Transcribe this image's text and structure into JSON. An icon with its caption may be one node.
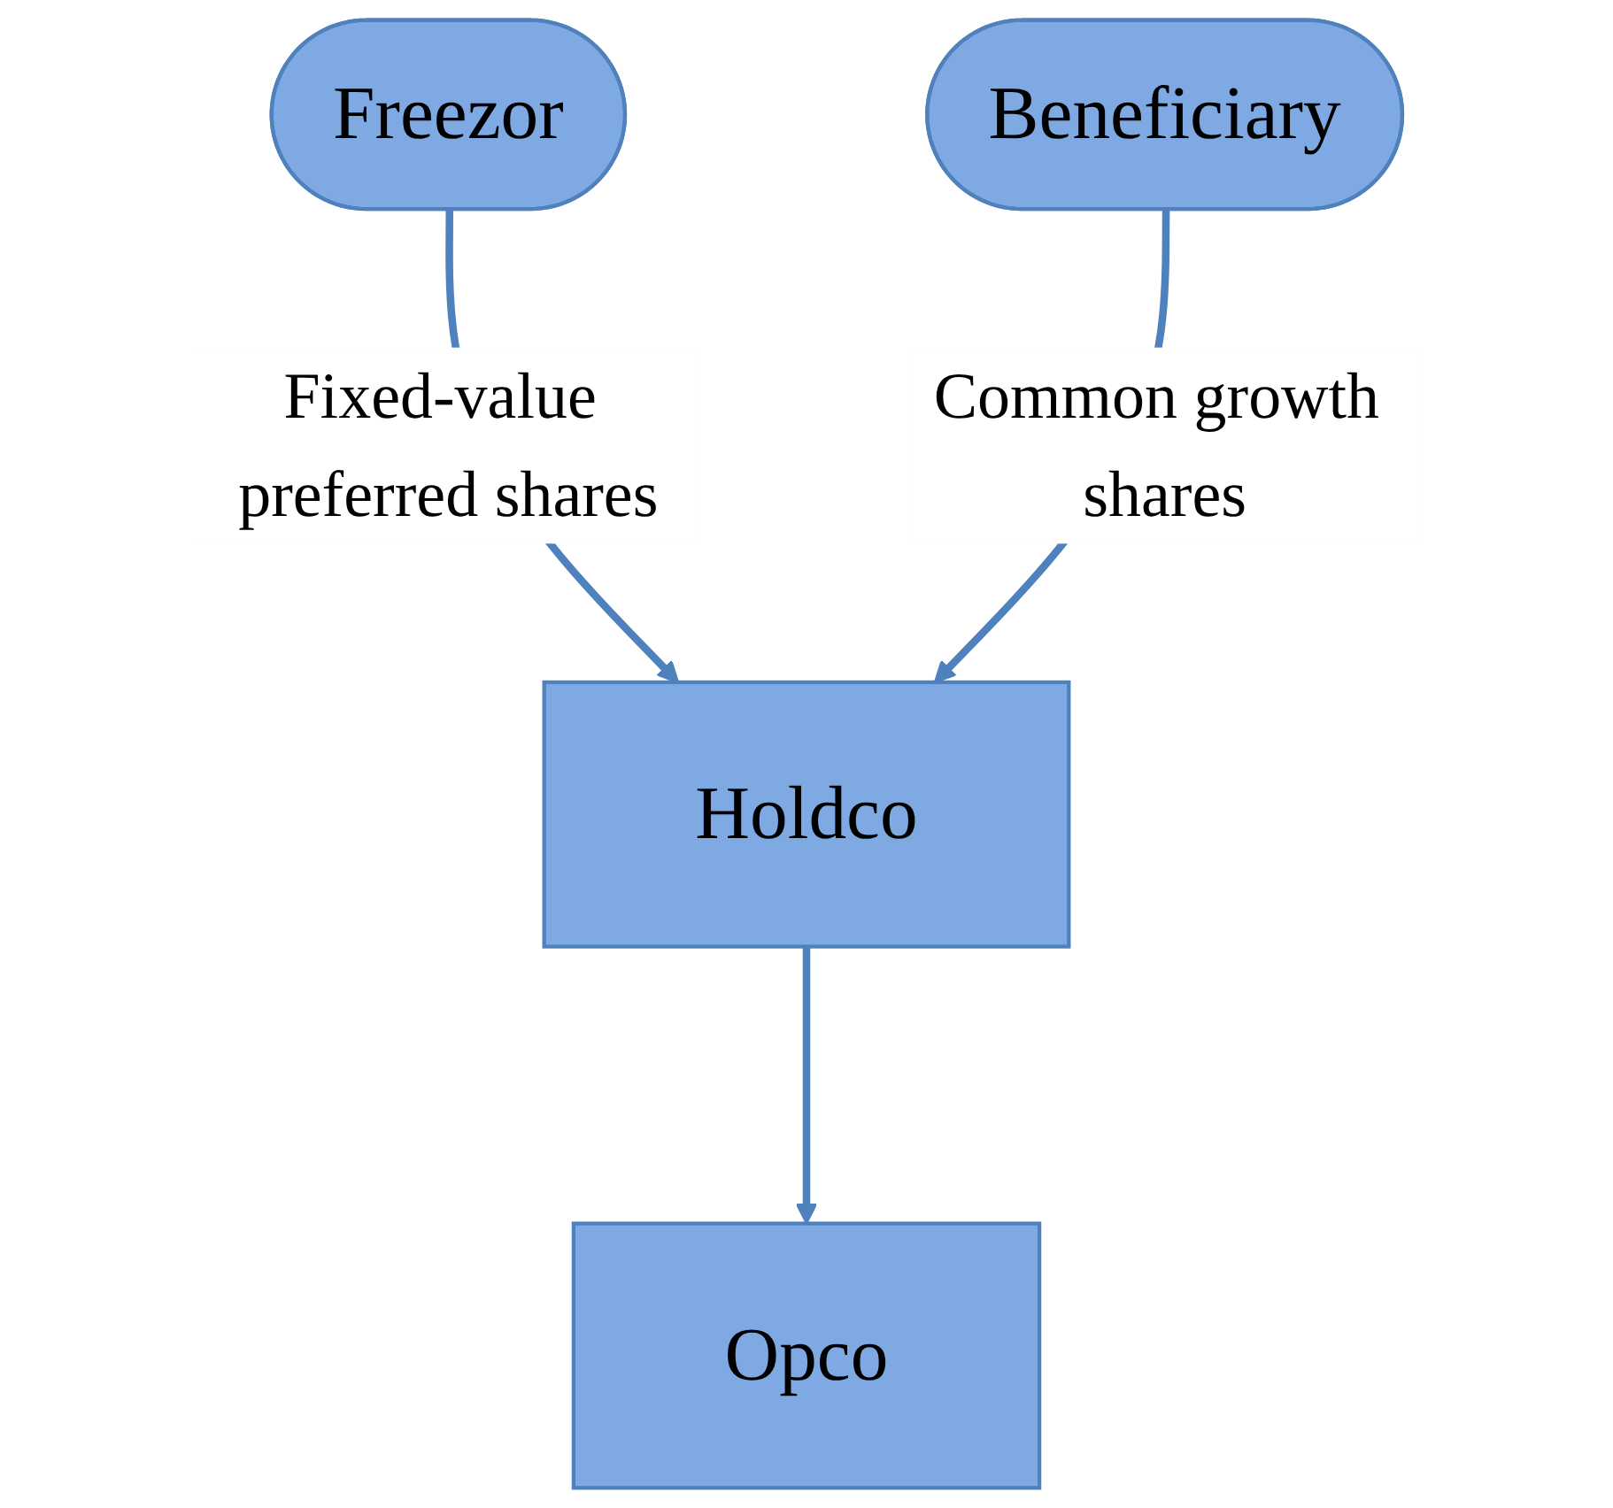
{
  "diagram": {
    "nodes": [
      {
        "text": [
          "Freezor"
        ]
      },
      {
        "text": [
          "Beneficiary"
        ]
      },
      {
        "text": [
          "Holdco"
        ]
      },
      {
        "text": [
          "Opco"
        ]
      }
    ],
    "edges": [
      {
        "from": 0,
        "to": 2,
        "arrow": "to",
        "label": "Fixed-value preferred shares"
      },
      {
        "from": 1,
        "to": 2,
        "arrow": "to",
        "label": "Common growth shares"
      },
      {
        "from": 2,
        "to": 3,
        "arrow": "to"
      }
    ]
  }
}
